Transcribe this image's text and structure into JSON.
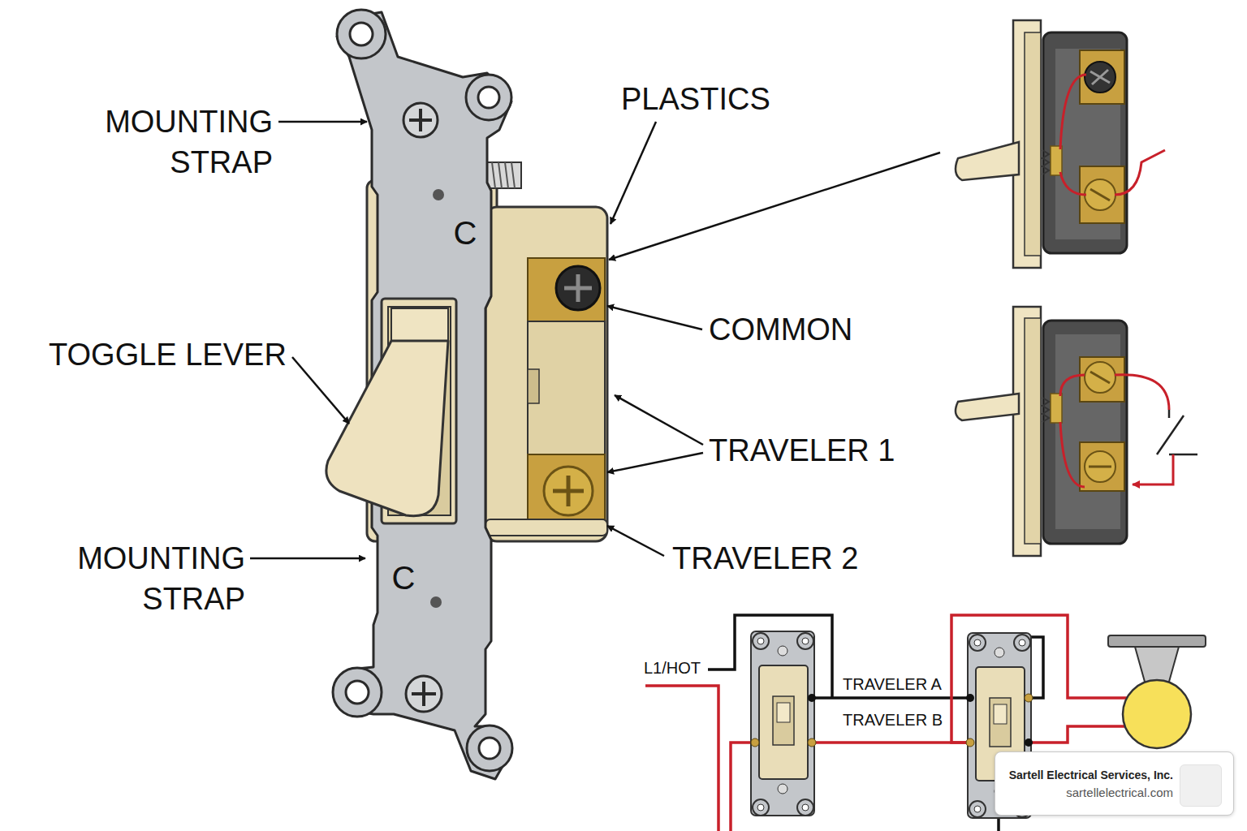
{
  "diagram": {
    "nodes": [
      {
        "text": [
          "Sartell Electrical Services, Inc.",
          "sartellelectrical.com"
        ]
      }
    ],
    "labels": [
      "MOUNTING STRAP",
      "C",
      "PLASTICS",
      "COMMON",
      "TOGGLE LEVER",
      "TRAVELER 1",
      "TRAVELER 2",
      "C",
      "MOUNTING STRAP",
      "L1/HOT",
      "TRAVELER A",
      "TRAVELER B"
    ]
  }
}
